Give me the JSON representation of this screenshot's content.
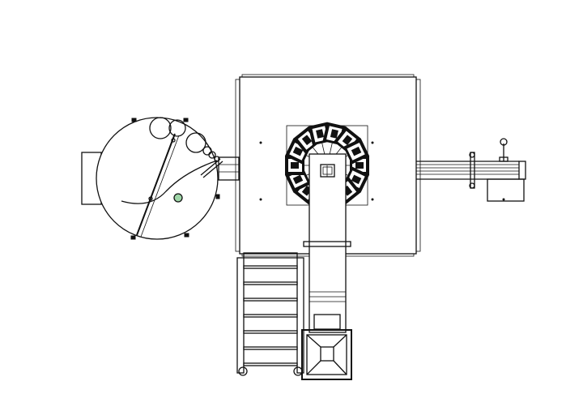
{
  "drawing": {
    "background": "#ffffff",
    "line_color": "#111111",
    "indicator_color": "#9fd6a8",
    "components": [
      "round-hopper",
      "hopper-side-box",
      "main-frame",
      "multihead-weigher",
      "center-chute",
      "discharge-conveyor",
      "access-stairs",
      "feed-funnel",
      "right-output-conveyor",
      "right-end-box"
    ]
  }
}
